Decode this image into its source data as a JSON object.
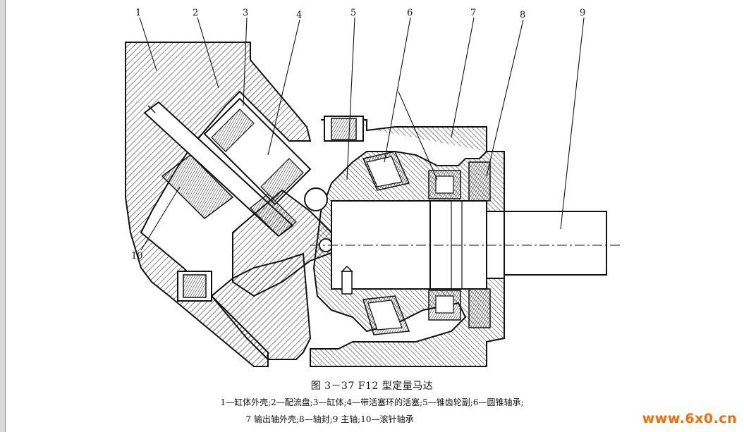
{
  "callouts": [
    "1",
    "2",
    "3",
    "4",
    "5",
    "6",
    "7",
    "8",
    "9",
    "10"
  ],
  "caption": {
    "title": "图 3－37   F12 型定量马达",
    "line1": "1—缸体外壳;2—配流盘;3—缸体;4—带活塞环的活塞;5—锥齿轮副;6—圆锥轴承;",
    "line2": "7   输出轴外壳;8—轴封;9   主轴;10—滚针轴承"
  },
  "watermark": "www.6x0.cn",
  "colors": {
    "ink": "#111111",
    "watermark": "#ff6a00"
  }
}
